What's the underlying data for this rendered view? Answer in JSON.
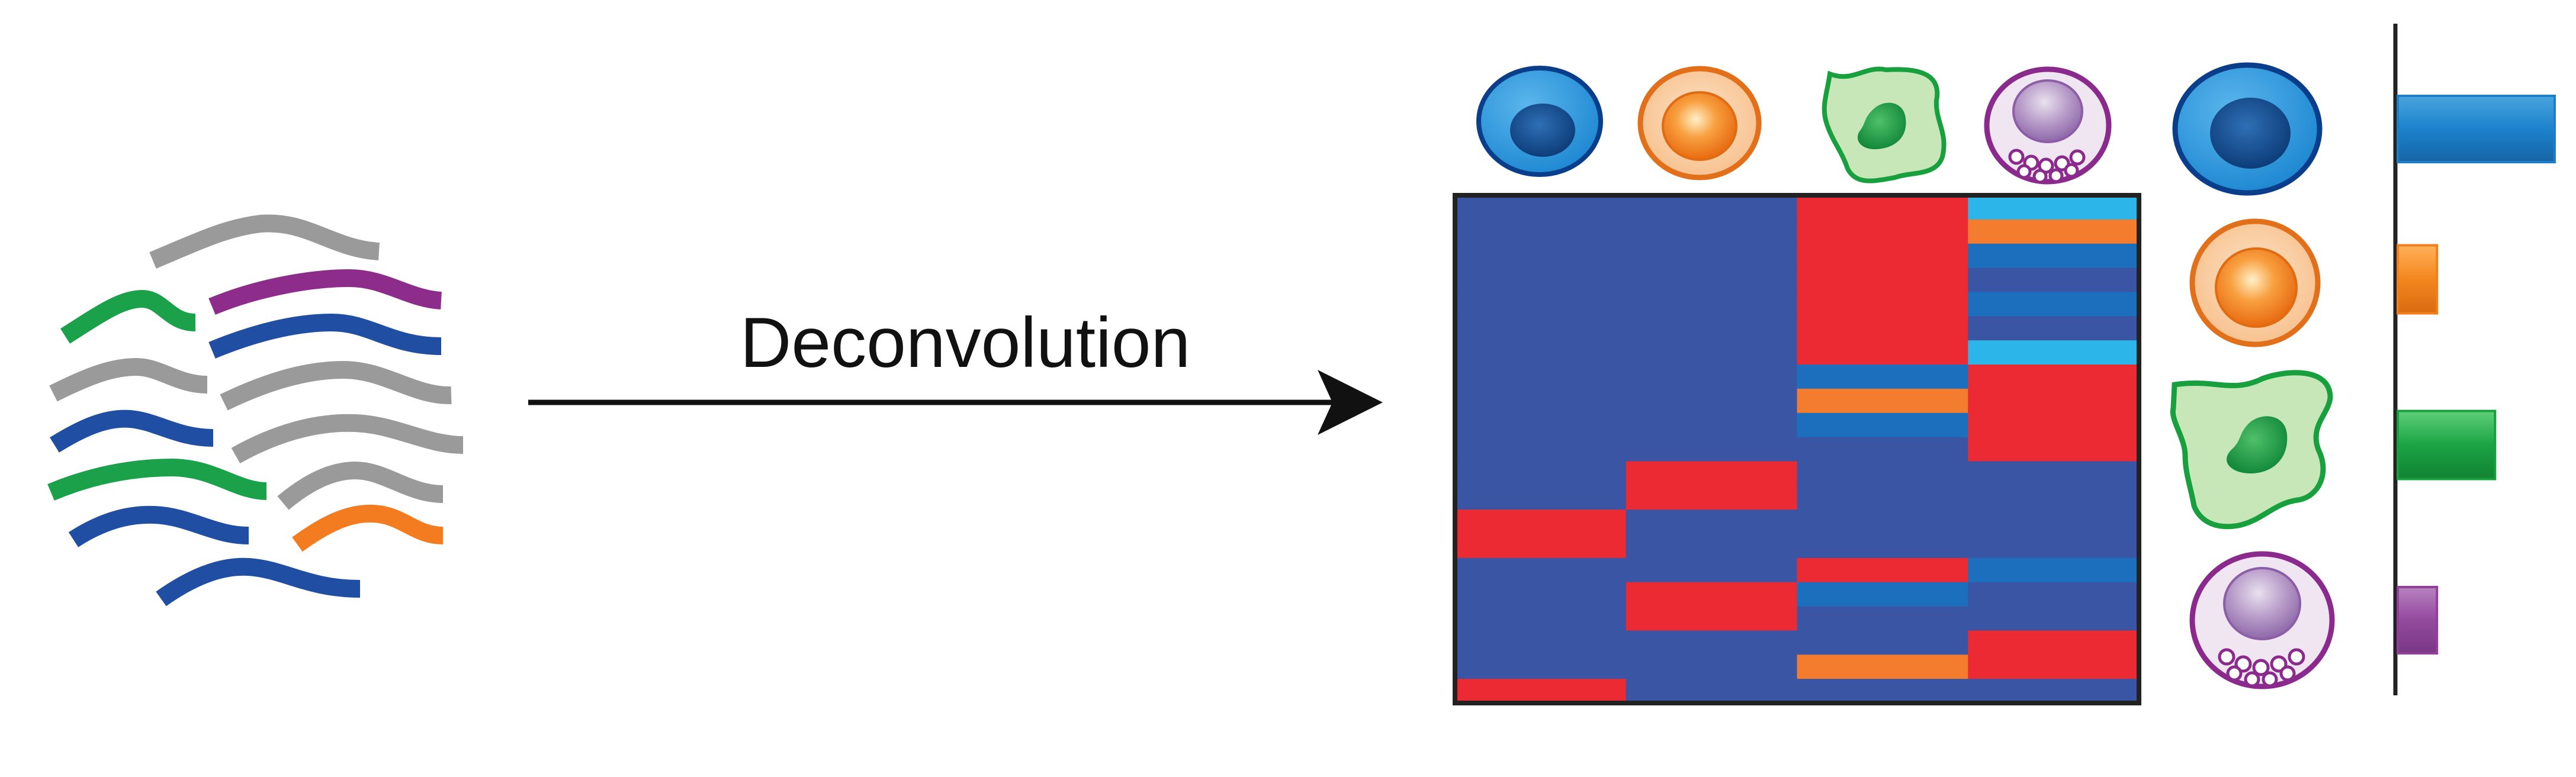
{
  "process": {
    "label": "Deconvolution"
  },
  "colors": {
    "blue_cell": "#1f7fc6",
    "orange_cell": "#f07f1a",
    "green_cell": "#18a03f",
    "purple_cell": "#8f3f98",
    "heat_low": "#3a55a4",
    "heat_high": "#ec2a34",
    "heat_mid_orange": "#f47c2e",
    "heat_mid_blue": "#1c6fbd",
    "heat_light_blue": "#2bb5e8",
    "read_gray": "#9a9a9a",
    "read_green": "#1aa14a",
    "read_purple": "#8e2c8c",
    "read_blue": "#1f4ea3",
    "read_orange": "#f47c20",
    "axis": "#222222"
  },
  "reads": [
    {
      "color": "gray"
    },
    {
      "color": "green"
    },
    {
      "color": "purple"
    },
    {
      "color": "blue"
    },
    {
      "color": "gray"
    },
    {
      "color": "gray"
    },
    {
      "color": "blue"
    },
    {
      "color": "gray"
    },
    {
      "color": "green"
    },
    {
      "color": "gray"
    },
    {
      "color": "blue"
    },
    {
      "color": "orange"
    },
    {
      "color": "blue"
    }
  ],
  "cell_types": [
    {
      "icon": "blue-cell-icon",
      "color": "blue",
      "proportion": 1.0
    },
    {
      "icon": "orange-cell-icon",
      "color": "orange",
      "proportion": 0.25
    },
    {
      "icon": "green-cell-icon",
      "color": "green",
      "proportion": 0.62
    },
    {
      "icon": "purple-cell-icon",
      "color": "purple",
      "proportion": 0.25
    }
  ],
  "heatmap": {
    "columns": 4,
    "rows": [
      [
        "low",
        "low",
        "high",
        "lightblue"
      ],
      [
        "low",
        "low",
        "high",
        "orange"
      ],
      [
        "low",
        "low",
        "high",
        "midblue"
      ],
      [
        "low",
        "low",
        "high",
        "low"
      ],
      [
        "low",
        "low",
        "high",
        "midblue"
      ],
      [
        "low",
        "low",
        "high",
        "low"
      ],
      [
        "low",
        "low",
        "high",
        "lightblue"
      ],
      [
        "low",
        "low",
        "midblue",
        "high"
      ],
      [
        "low",
        "low",
        "orange",
        "high"
      ],
      [
        "low",
        "low",
        "midblue",
        "high"
      ],
      [
        "low",
        "low",
        "low",
        "high"
      ],
      [
        "low",
        "high",
        "low",
        "low"
      ],
      [
        "low",
        "high",
        "low",
        "low"
      ],
      [
        "high",
        "low",
        "low",
        "low"
      ],
      [
        "high",
        "low",
        "low",
        "low"
      ],
      [
        "low",
        "low",
        "high",
        "midblue"
      ],
      [
        "low",
        "high",
        "midblue",
        "low"
      ],
      [
        "low",
        "high",
        "low",
        "low"
      ],
      [
        "low",
        "low",
        "low",
        "high"
      ],
      [
        "low",
        "low",
        "orange",
        "high"
      ],
      [
        "high",
        "low",
        "low",
        "low"
      ]
    ]
  }
}
